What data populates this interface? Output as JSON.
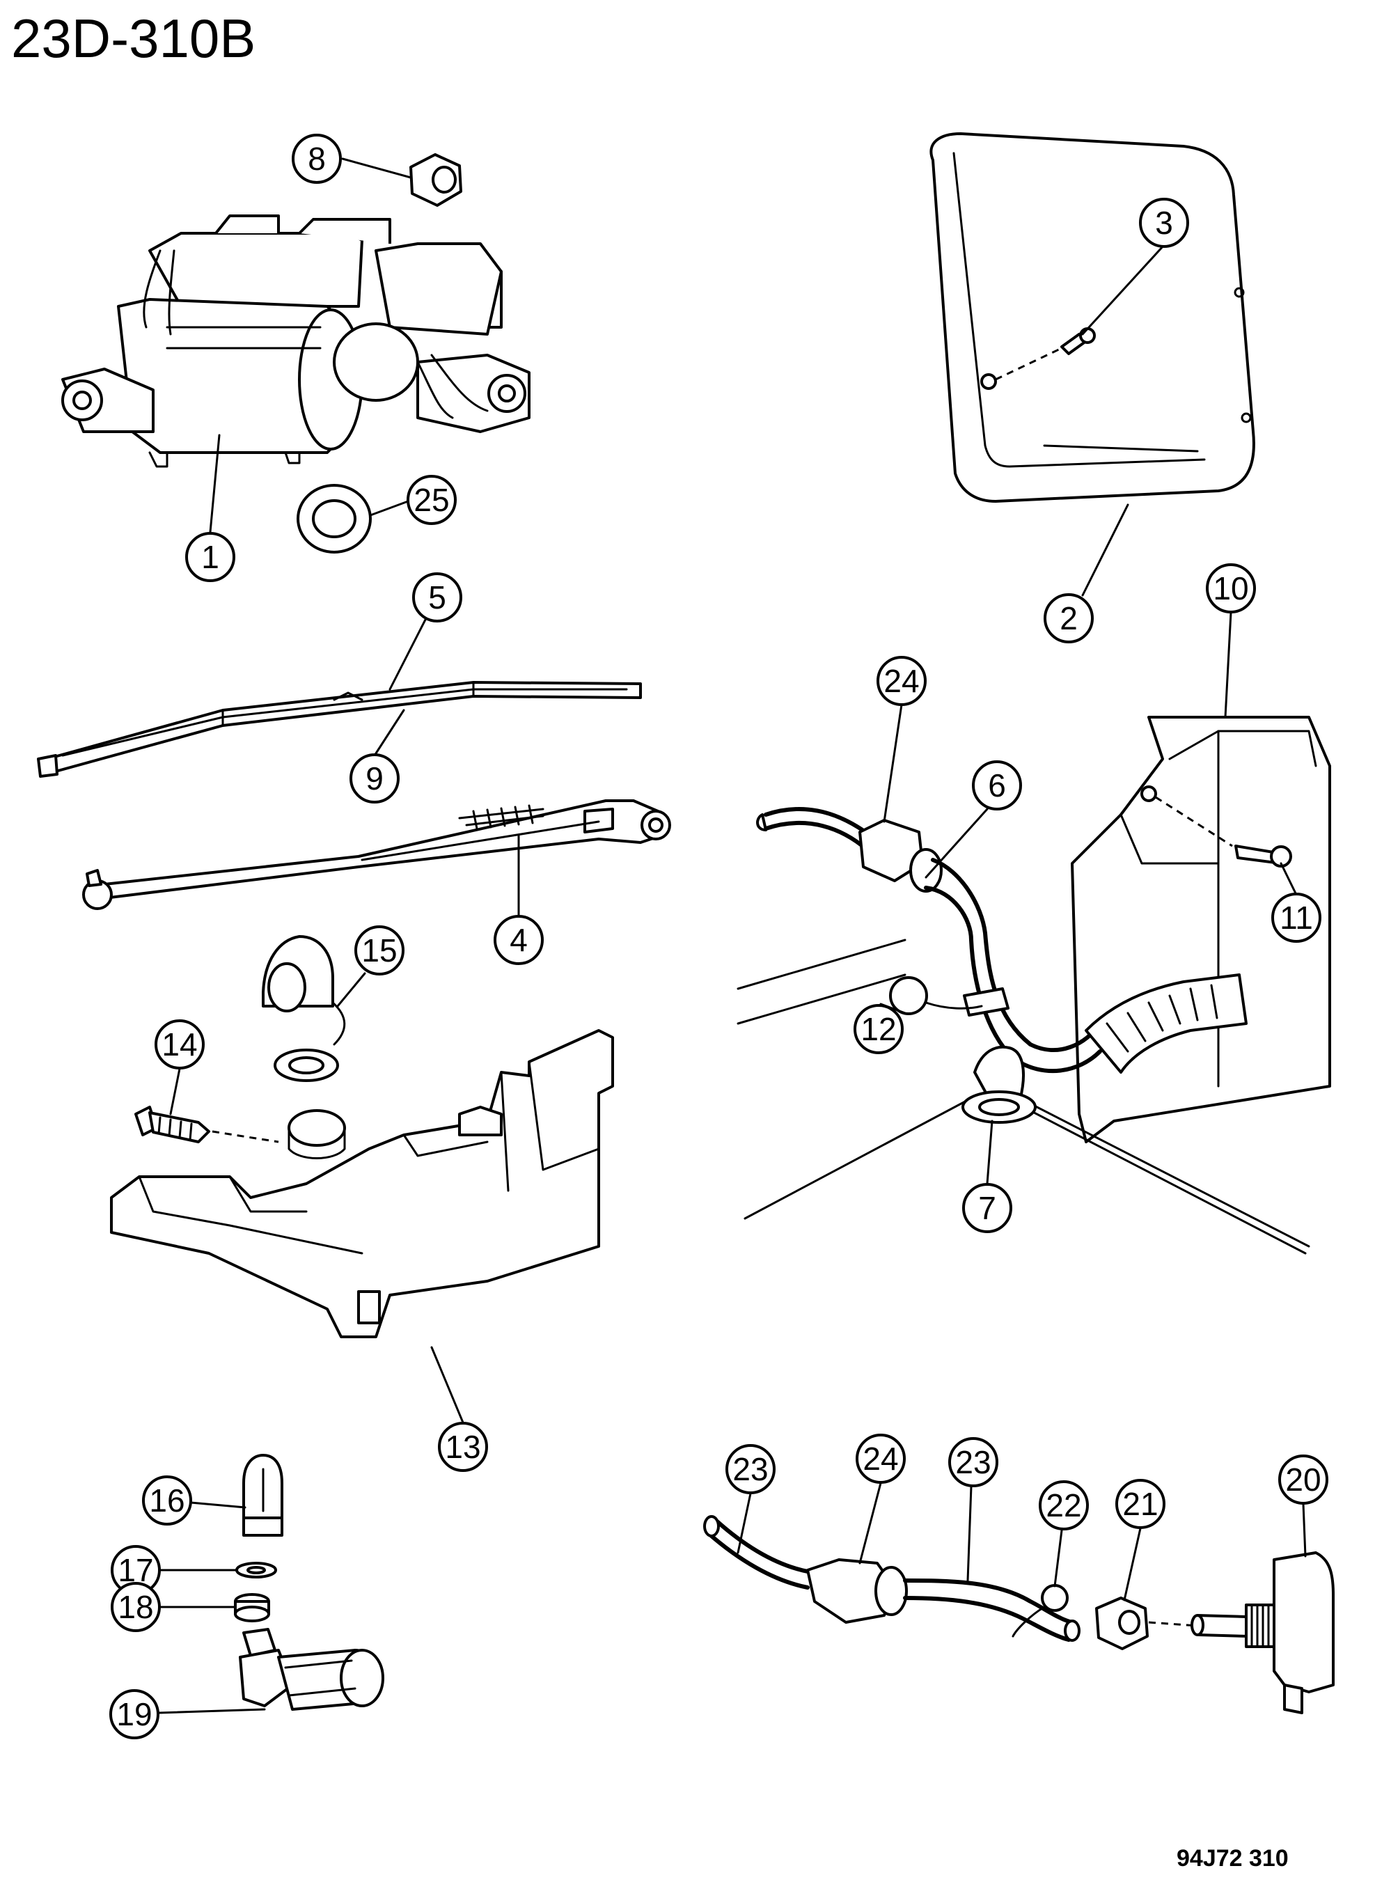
{
  "diagram": {
    "title": "23D-310B",
    "code": "94J72  310",
    "callouts": [
      {
        "id": "c1",
        "label": "1"
      },
      {
        "id": "c2",
        "label": "2"
      },
      {
        "id": "c3",
        "label": "3"
      },
      {
        "id": "c4",
        "label": "4"
      },
      {
        "id": "c5",
        "label": "5"
      },
      {
        "id": "c6",
        "label": "6"
      },
      {
        "id": "c7",
        "label": "7"
      },
      {
        "id": "c8",
        "label": "8"
      },
      {
        "id": "c9",
        "label": "9"
      },
      {
        "id": "c10",
        "label": "10"
      },
      {
        "id": "c11",
        "label": "11"
      },
      {
        "id": "c12",
        "label": "12"
      },
      {
        "id": "c13",
        "label": "13"
      },
      {
        "id": "c14",
        "label": "14"
      },
      {
        "id": "c15",
        "label": "15"
      },
      {
        "id": "c16",
        "label": "16"
      },
      {
        "id": "c17",
        "label": "17"
      },
      {
        "id": "c18",
        "label": "18"
      },
      {
        "id": "c19",
        "label": "19"
      },
      {
        "id": "c20",
        "label": "20"
      },
      {
        "id": "c21",
        "label": "21"
      },
      {
        "id": "c22",
        "label": "22"
      },
      {
        "id": "c23a",
        "label": "23"
      },
      {
        "id": "c23b",
        "label": "23"
      },
      {
        "id": "c24a",
        "label": "24"
      },
      {
        "id": "c24b",
        "label": "24"
      },
      {
        "id": "c25",
        "label": "25"
      }
    ]
  }
}
